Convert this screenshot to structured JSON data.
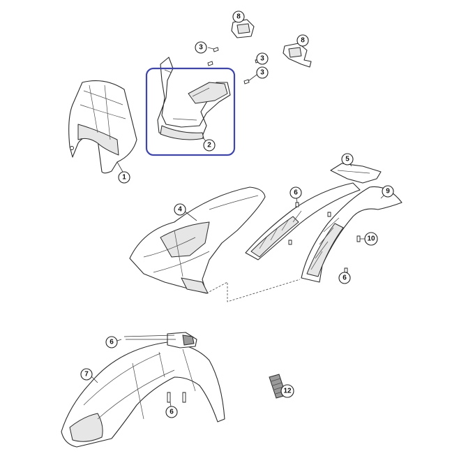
{
  "diagram": {
    "callouts": [
      "1",
      "2",
      "3",
      "3",
      "3",
      "4",
      "5",
      "6",
      "6",
      "6",
      "6",
      "7",
      "8",
      "8",
      "9",
      "10",
      "12"
    ],
    "highlight_color": "#3f46a8"
  }
}
